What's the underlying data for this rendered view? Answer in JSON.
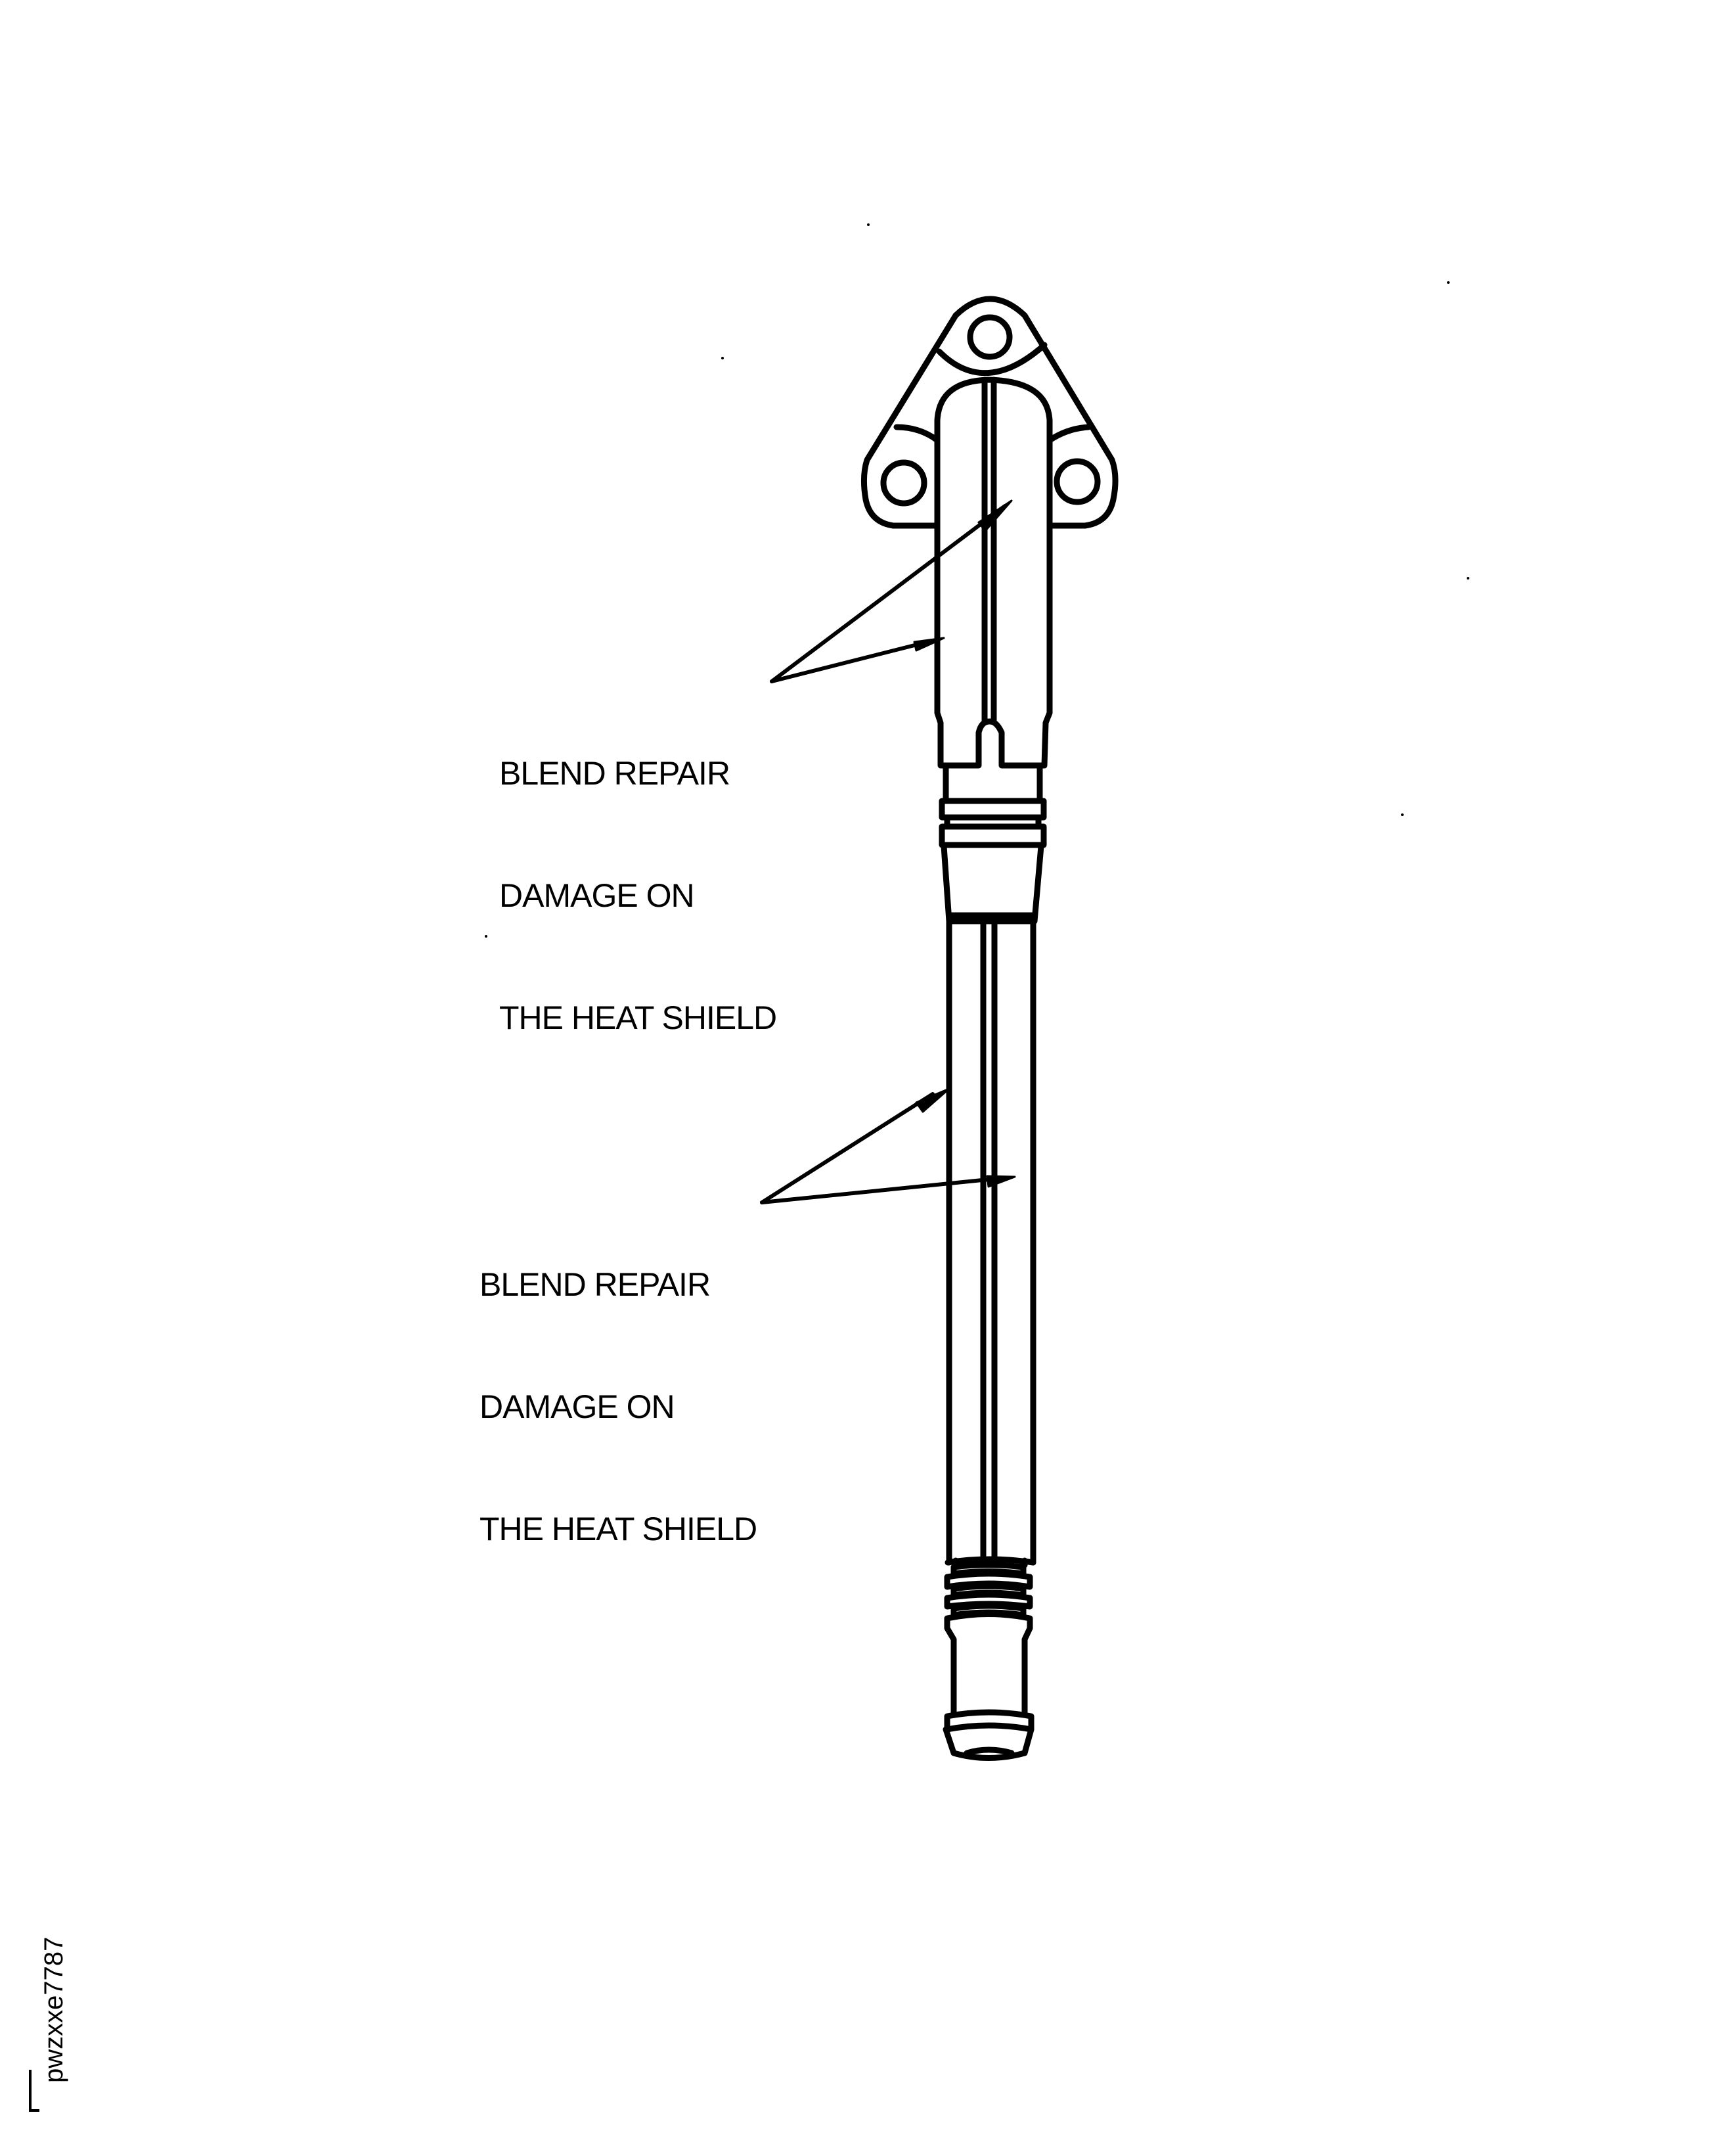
{
  "figure": {
    "subject": "heat shield tube assembly",
    "figure_id": "pwzxxe7787",
    "colors": {
      "line": "#000000",
      "background": "#ffffff"
    }
  },
  "callouts": [
    {
      "id": "upper",
      "lines": [
        "BLEND REPAIR",
        "DAMAGE ON",
        "THE HEAT SHIELD"
      ]
    },
    {
      "id": "lower",
      "lines": [
        "BLEND REPAIR",
        "DAMAGE ON",
        "THE HEAT SHIELD"
      ]
    }
  ]
}
